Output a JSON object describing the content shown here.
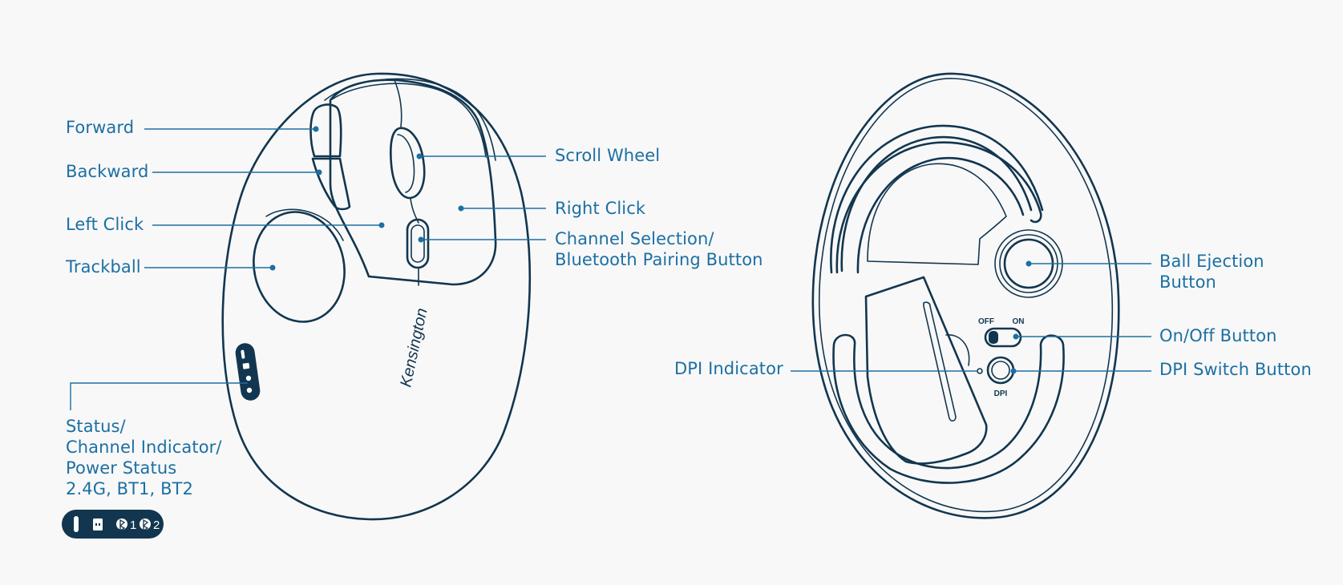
{
  "colors": {
    "label": "#1c6fa3",
    "outline": "#12364f",
    "background": "#f8f8f8"
  },
  "top_view": {
    "brand": "Kensington",
    "labels": {
      "forward": "Forward",
      "backward": "Backward",
      "left_click": "Left Click",
      "trackball": "Trackball",
      "scroll_wheel": "Scroll Wheel",
      "right_click": "Right Click",
      "channel_selection": [
        "Channel Selection/",
        "Bluetooth Pairing Button"
      ],
      "status_indicator": [
        "Status/",
        "Channel Indicator/",
        "Power Status",
        "2.4G, BT1, BT2"
      ]
    },
    "status_badge": {
      "icons": [
        "battery-icon",
        "usb-dongle-icon",
        "bluetooth-icon",
        "bluetooth-icon"
      ],
      "bt1": "1",
      "bt2": "2"
    }
  },
  "bottom_view": {
    "labels": {
      "ball_ejection": [
        "Ball Ejection",
        "Button"
      ],
      "on_off": "On/Off Button",
      "dpi_indicator": "DPI Indicator",
      "dpi_switch": "DPI Switch Button"
    },
    "switch_text": {
      "off": "OFF",
      "on": "ON"
    },
    "dpi_text": "DPI"
  }
}
